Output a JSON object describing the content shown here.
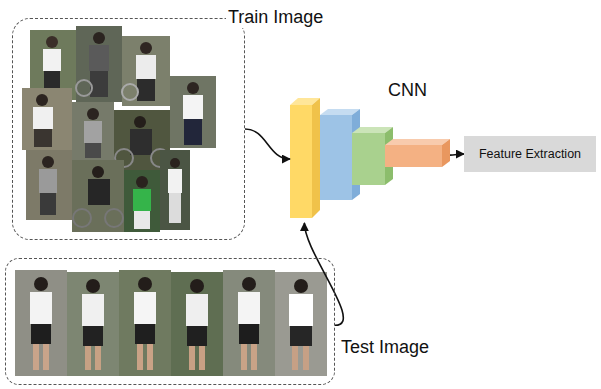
{
  "diagram": {
    "nodes": [
      {
        "text": [
          "Train Image"
        ]
      },
      {
        "text": [
          "CNN"
        ]
      },
      {
        "text": [
          "Feature Extraction"
        ]
      },
      {
        "text": [
          "Test Image"
        ]
      }
    ],
    "edges": [
      {
        "from": 0,
        "to": 1,
        "arrow": "to"
      },
      {
        "from": 3,
        "to": 1,
        "arrow": "to"
      },
      {
        "from": 1,
        "to": 2,
        "arrow": "to"
      }
    ]
  }
}
